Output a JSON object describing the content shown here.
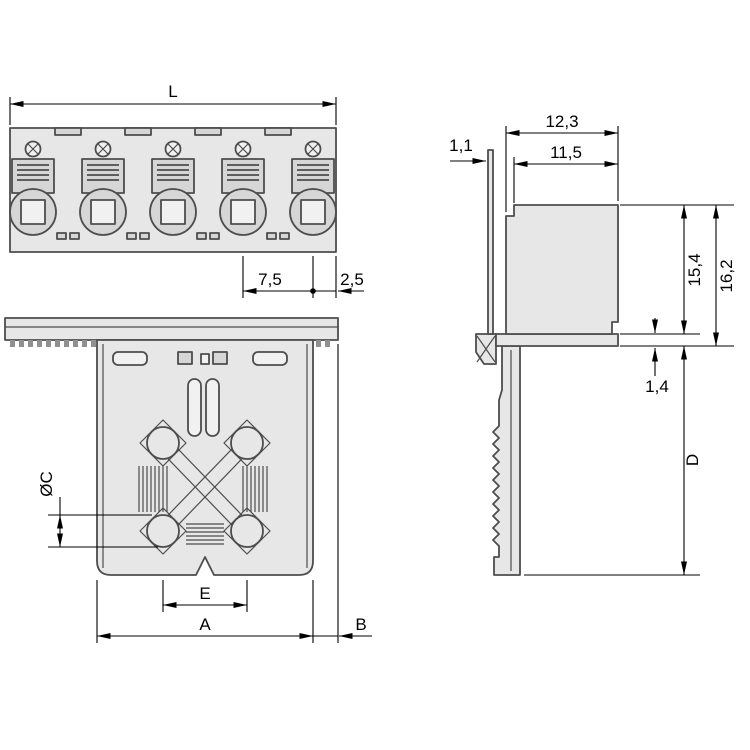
{
  "colors": {
    "background": "#ffffff",
    "part_fill": "#e7e7e7",
    "part_fill_dark": "#d6d6d6",
    "part_fill_light": "#f1f1f1",
    "part_stroke": "#4d4d4d",
    "part_stroke_light": "#909090",
    "dim_color": "#000000"
  },
  "front_view": {
    "dim_length": "L",
    "dim_pitch": "7,5",
    "dim_edge": "2,5"
  },
  "bottom_view": {
    "dim_diameter": "ØC",
    "dim_spacing": "E",
    "dim_width": "A",
    "dim_overhang": "B"
  },
  "side_view": {
    "dim_wall_thickness": "1,1",
    "dim_depth_total": "12,3",
    "dim_depth": "11,5",
    "dim_height_upper": "15,4",
    "dim_height_total": "16,2",
    "dim_flange": "1,4",
    "dim_height": "D"
  }
}
